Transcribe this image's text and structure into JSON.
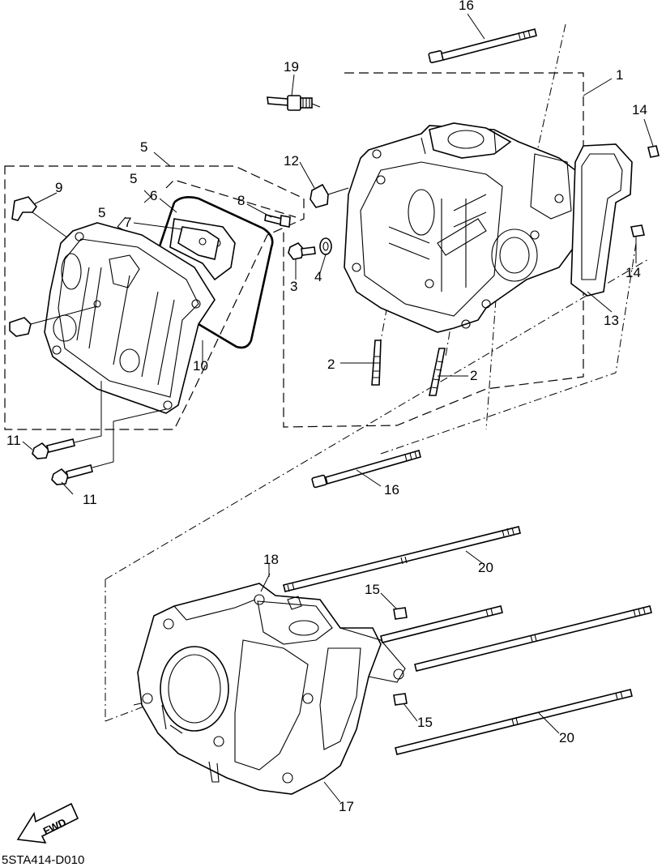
{
  "diagram": {
    "callouts": [
      {
        "id": "c16a",
        "text": "16"
      },
      {
        "id": "c1",
        "text": "1"
      },
      {
        "id": "c19",
        "text": "19"
      },
      {
        "id": "c14a",
        "text": "14"
      },
      {
        "id": "c5a",
        "text": "5"
      },
      {
        "id": "c12",
        "text": "12"
      },
      {
        "id": "c9",
        "text": "9"
      },
      {
        "id": "c5b",
        "text": "5"
      },
      {
        "id": "c6",
        "text": "6"
      },
      {
        "id": "c8",
        "text": "8"
      },
      {
        "id": "c5c",
        "text": "5"
      },
      {
        "id": "c7",
        "text": "7"
      },
      {
        "id": "c3",
        "text": "3"
      },
      {
        "id": "c4",
        "text": "4"
      },
      {
        "id": "c14b",
        "text": "14"
      },
      {
        "id": "c13",
        "text": "13"
      },
      {
        "id": "c10",
        "text": "10"
      },
      {
        "id": "c2a",
        "text": "2"
      },
      {
        "id": "c2b",
        "text": "2"
      },
      {
        "id": "c11a",
        "text": "11"
      },
      {
        "id": "c11b",
        "text": "11"
      },
      {
        "id": "c16b",
        "text": "16"
      },
      {
        "id": "c18",
        "text": "18"
      },
      {
        "id": "c20a",
        "text": "20"
      },
      {
        "id": "c15a",
        "text": "15"
      },
      {
        "id": "c15b",
        "text": "15"
      },
      {
        "id": "c20b",
        "text": "20"
      },
      {
        "id": "c17",
        "text": "17"
      }
    ],
    "fwd_label": "FWD",
    "drawing_code": "5STA414-D010"
  }
}
